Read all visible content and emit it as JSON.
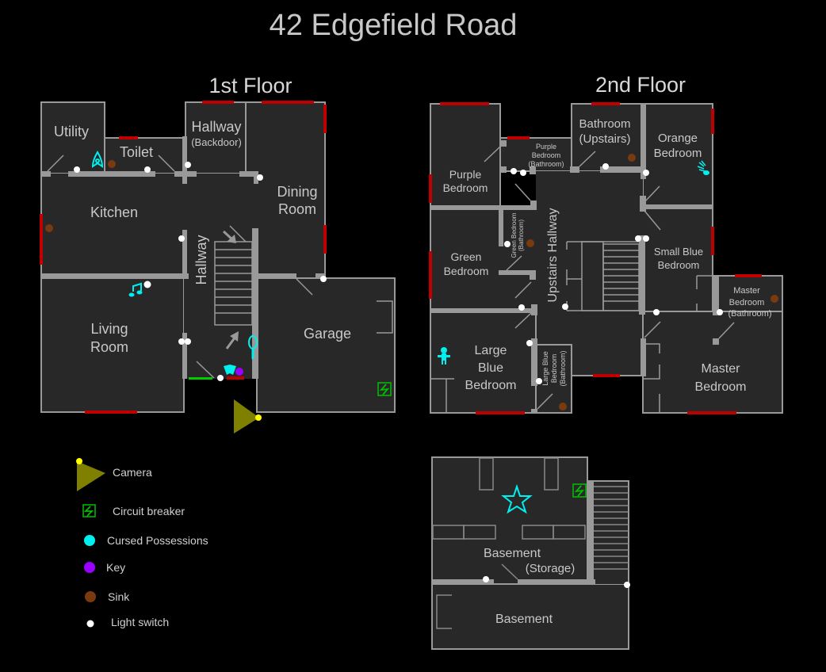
{
  "title": "42 Edgefield Road",
  "floors": {
    "first": {
      "title": "1st Floor",
      "rooms": {
        "utility": "Utility",
        "toilet": "Toilet",
        "hallway_backdoor": "Hallway",
        "hallway_backdoor_sub": "(Backdoor)",
        "dining_1": "Dining",
        "dining_2": "Room",
        "kitchen": "Kitchen",
        "hallway": "Hallway",
        "living_1": "Living",
        "living_2": "Room",
        "garage": "Garage"
      }
    },
    "second": {
      "title": "2nd Floor",
      "rooms": {
        "purple_1": "Purple",
        "purple_2": "Bedroom",
        "purple_bath_1": "Purple",
        "purple_bath_2": "Bedroom",
        "purple_bath_3": "(Bathroom)",
        "bathroom_1": "Bathroom",
        "bathroom_2": "(Upstairs)",
        "orange_1": "Orange",
        "orange_2": "Bedroom",
        "green_1": "Green",
        "green_2": "Bedroom",
        "green_bath_1": "Green Bedroom",
        "green_bath_2": "(Bathroom)",
        "upstairs_hallway": "Upstairs Hallway",
        "small_blue_1": "Small Blue",
        "small_blue_2": "Bedroom",
        "master_bath_1": "Master",
        "master_bath_2": "Bedroom",
        "master_bath_3": "(Bathroom)",
        "large_blue_1": "Large",
        "large_blue_2": "Blue",
        "large_blue_3": "Bedroom",
        "large_blue_bath_1": "Large Blue",
        "large_blue_bath_2": "Bedroom",
        "large_blue_bath_3": "(Bathroom)",
        "master_1": "Master",
        "master_2": "Bedroom"
      }
    },
    "basement": {
      "rooms": {
        "storage_1": "Basement",
        "storage_2": "(Storage)",
        "basement": "Basement"
      }
    }
  },
  "legend": [
    {
      "icon": "camera-icon",
      "label": "Camera",
      "color": "#808000"
    },
    {
      "icon": "circuit-breaker-icon",
      "label": "Circuit breaker",
      "color": "#00c000"
    },
    {
      "icon": "cursed-possession-icon",
      "label": "Cursed Possessions",
      "color": "#00f0f0"
    },
    {
      "icon": "key-icon",
      "label": "Key",
      "color": "#9a00ff"
    },
    {
      "icon": "sink-icon",
      "label": "Sink",
      "color": "#7a3a10"
    },
    {
      "icon": "light-switch-icon",
      "label": "Light switch",
      "color": "#ffffff"
    }
  ],
  "colors": {
    "background": "#000000",
    "floor": "#282828",
    "wall": "#999999",
    "window": "#c00000",
    "cursed": "#00f0f0",
    "sink": "#7a3a10",
    "key": "#9a00ff",
    "camera": "#808000",
    "breaker": "#00c000",
    "front_door": "#00cc00"
  }
}
